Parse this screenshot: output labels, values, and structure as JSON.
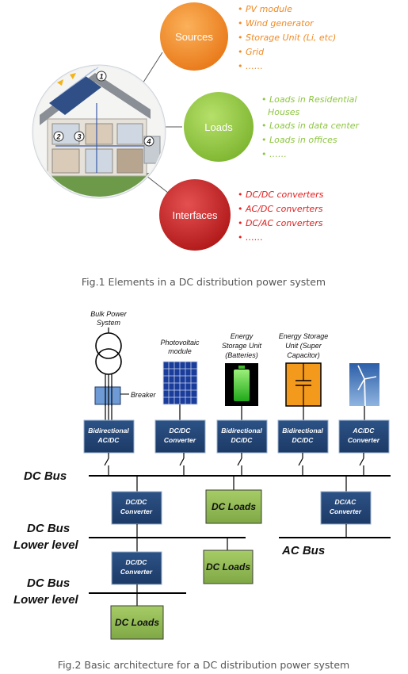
{
  "fig1": {
    "caption": "Fig.1 Elements in a DC distribution power system",
    "house_numbers": [
      "1",
      "2",
      "3",
      "4"
    ],
    "sources": {
      "label": "Sources",
      "color": "#f08a24",
      "items": [
        "PV module",
        "Wind generator",
        "Storage Unit (Li, etc)",
        "Grid",
        "……"
      ]
    },
    "loads": {
      "label": "Loads",
      "color": "#8dc63f",
      "item1_line1": "Loads in Residential",
      "item1_line2": "Houses",
      "item2": "Loads in data center",
      "item3": "Loads in offices",
      "item4": "……"
    },
    "interfaces": {
      "label": "Interfaces",
      "color": "#e02020",
      "items": [
        "DC/DC converters",
        "AC/DC converters",
        "DC/AC converters",
        "……"
      ]
    }
  },
  "fig2": {
    "caption": "Fig.2 Basic architecture for a DC distribution power system",
    "bulk_power_line1": "Bulk Power",
    "bulk_power_line2": "System",
    "breaker": "Breaker",
    "pv_line1": "Photovoltaic",
    "pv_line2": "module",
    "battery_line1": "Energy",
    "battery_line2": "Storage Unit",
    "battery_line3": "(Batteries)",
    "supercap_line1": "Energy Storage",
    "supercap_line2": "Unit (Super",
    "supercap_line3": "Capacitor)",
    "conv1_line1": "Bidirectional",
    "conv1_line2": "AC/DC",
    "conv2_line1": "DC/DC",
    "conv2_line2": "Converter",
    "conv3_line1": "Bidirectional",
    "conv3_line2": "DC/DC",
    "conv4_line1": "Bidirectional",
    "conv4_line2": "DC/DC",
    "conv5_line1": "AC/DC",
    "conv5_line2": "Converter",
    "dc_bus": "DC Bus",
    "dc_bus_lower_line1": "DC Bus",
    "dc_bus_lower_line2": "Lower level",
    "ac_bus": "AC Bus",
    "dcdc_line1": "DC/DC",
    "dcdc_line2": "Converter",
    "dcac_line1": "DC/AC",
    "dcac_line2": "Converter",
    "dc_loads": "DC Loads"
  }
}
